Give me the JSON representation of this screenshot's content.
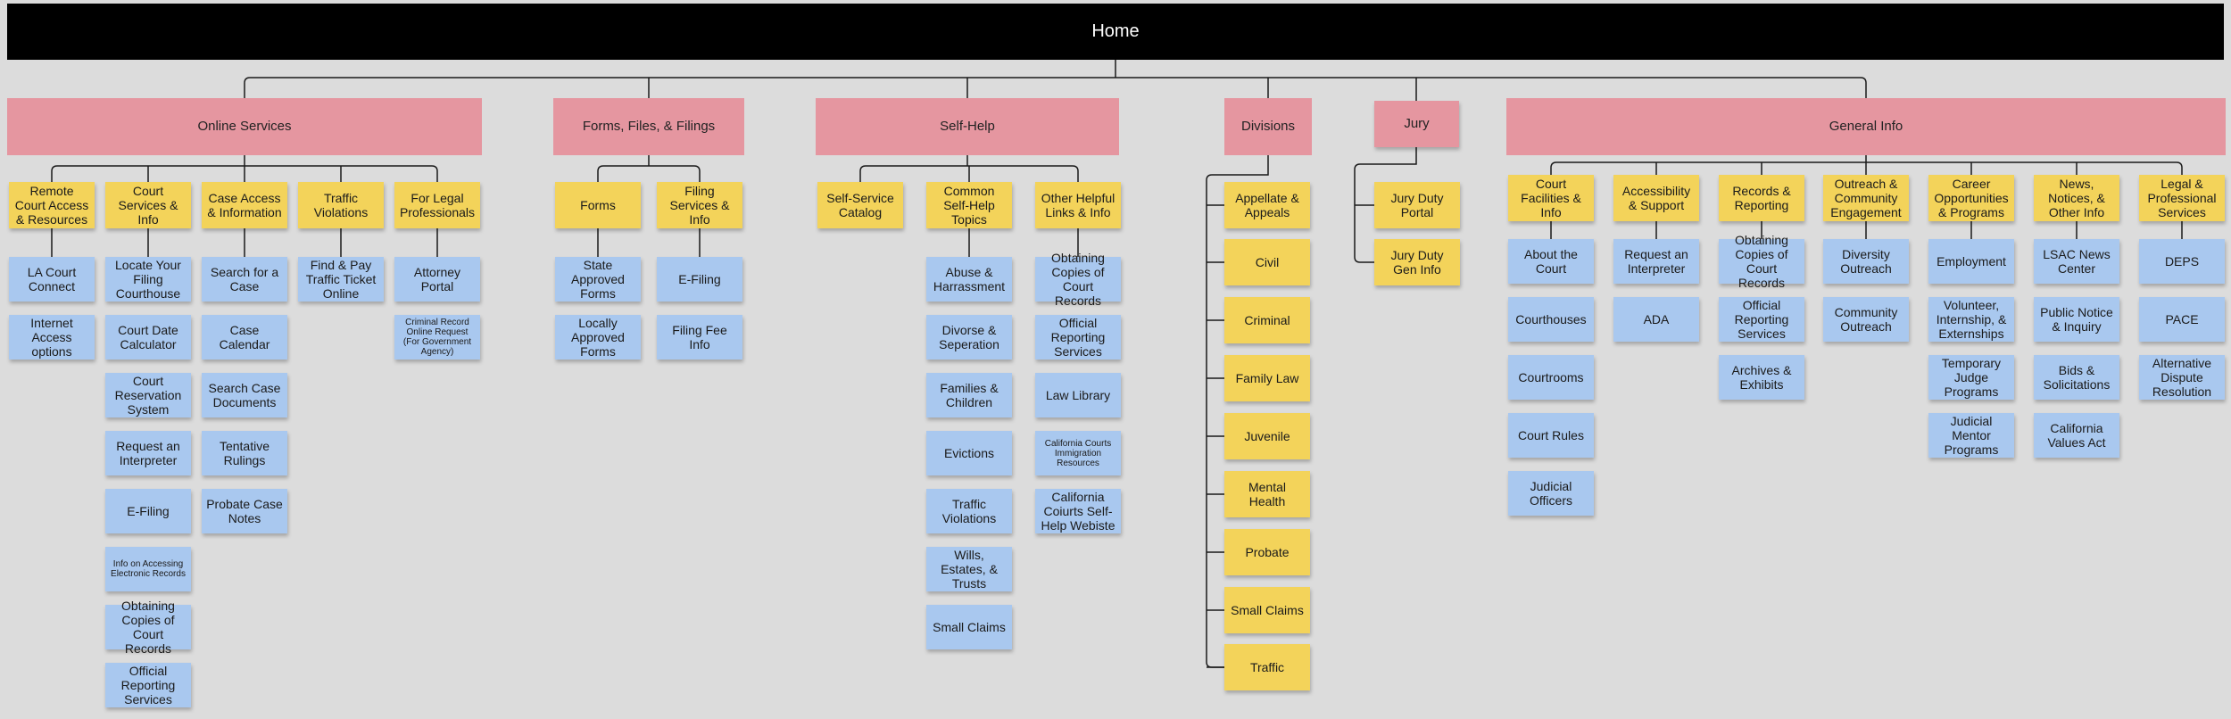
{
  "home": "Home",
  "categories": {
    "online": {
      "label": "Online Services",
      "subs": {
        "remote": {
          "label": "Remote Court Access & Resources",
          "items": [
            "LA Court Connect",
            "Internet Access options"
          ]
        },
        "court_services": {
          "label": "Court Services & Info",
          "items": [
            "Locate Your Filing Courthouse",
            "Court Date Calculator",
            "Court Reservation System",
            "Request an Interpreter",
            "E-Filing",
            "Info on Accessing Electronic Records",
            "Obtaining Copies of Court Records",
            "Official Reporting Services"
          ]
        },
        "case_access": {
          "label": "Case Access & Information",
          "items": [
            "Search for a Case",
            "Case Calendar",
            "Search Case Documents",
            "Tentative Rulings",
            "Probate Case Notes"
          ]
        },
        "traffic": {
          "label": "Traffic Violations",
          "items": [
            "Find & Pay Traffic Ticket Online"
          ]
        },
        "legal_pros": {
          "label": "For Legal Professionals",
          "items": [
            "Attorney Portal",
            "Criminal Record Online Request (For Government Agency)"
          ]
        }
      }
    },
    "forms": {
      "label": "Forms, Files, & Filings",
      "subs": {
        "forms": {
          "label": "Forms",
          "items": [
            "State Approved Forms",
            "Locally Approved Forms"
          ]
        },
        "filing": {
          "label": "Filing Services & Info",
          "items": [
            "E-Filing",
            "Filing Fee Info"
          ]
        }
      }
    },
    "selfhelp": {
      "label": "Self-Help",
      "subs": {
        "catalog": {
          "label": "Self-Service Catalog",
          "items": []
        },
        "topics": {
          "label": "Common Self-Help Topics",
          "items": [
            "Abuse & Harrassment",
            "Divorse & Seperation",
            "Families & Children",
            "Evictions",
            "Traffic Violations",
            "Wills, Estates, & Trusts",
            "Small Claims"
          ]
        },
        "other": {
          "label": "Other Helpful Links & Info",
          "items": [
            "Obtaining Copies of Court Records",
            "Official Reporting Services",
            "Law Library",
            "California Courts Immigration Resources",
            "California Coiurts Self-Help Webiste"
          ]
        }
      }
    },
    "divisions": {
      "label": "Divisions",
      "items": [
        "Appellate & Appeals",
        "Civil",
        "Criminal",
        "Family Law",
        "Juvenile",
        "Mental Health",
        "Probate",
        "Small Claims",
        "Traffic"
      ]
    },
    "jury": {
      "label": "Jury",
      "items": [
        "Jury Duty Portal",
        "Jury Duty Gen Info"
      ]
    },
    "general": {
      "label": "General Info",
      "subs": {
        "facilities": {
          "label": "Court Facilities & Info",
          "items": [
            "About the Court",
            "Courthouses",
            "Courtrooms",
            "Court Rules",
            "Judicial Officers"
          ]
        },
        "access": {
          "label": "Accessibility & Support",
          "items": [
            "Request an Interpreter",
            "ADA"
          ]
        },
        "records": {
          "label": "Records & Reporting",
          "items": [
            "Obtaining Copies of Court Records",
            "Official Reporting Services",
            "Archives & Exhibits"
          ]
        },
        "outreach": {
          "label": "Outreach & Community Engagement",
          "items": [
            "Diversity Outreach",
            "Community Outreach"
          ]
        },
        "career": {
          "label": "Career Opportunities & Programs",
          "items": [
            "Employment",
            "Volunteer, Internship, & Externships",
            "Temporary Judge Programs",
            "Judicial Mentor Programs"
          ]
        },
        "news": {
          "label": "News, Notices, & Other Info",
          "items": [
            "LSAC News Center",
            "Public Notice & Inquiry",
            "Bids & Solicitations",
            "California Values Act"
          ]
        },
        "legal": {
          "label": "Legal & Professional Services",
          "items": [
            "DEPS",
            "PACE",
            "Alternative Dispute Resolution"
          ]
        }
      }
    }
  },
  "colors": {
    "home": "#000000",
    "category": "#e596a0",
    "subcategory": "#f3d35a",
    "leaf": "#a9c8ef",
    "line": "#1a1a1a",
    "background": "#dcdcdc"
  }
}
